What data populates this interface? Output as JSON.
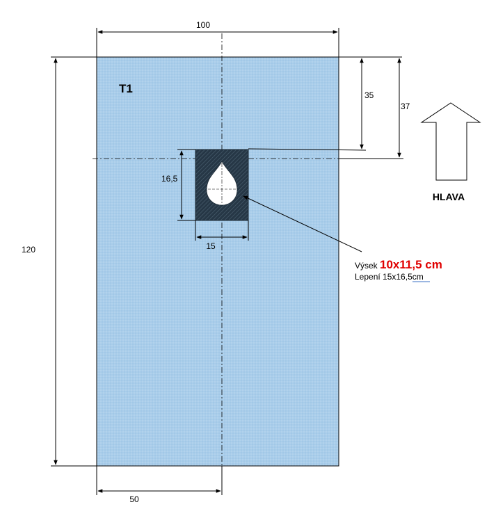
{
  "drape": {
    "label": "T1",
    "width": "100",
    "height": "120",
    "half_width": "50",
    "fill_color": "#a9cdea"
  },
  "dimensions": {
    "top_offset_35": "35",
    "top_offset_37": "37",
    "adhesive_height": "16,5",
    "adhesive_width": "15"
  },
  "direction": {
    "label": "HLAVA",
    "icon": "up-arrow-icon"
  },
  "callout": {
    "cutout_prefix": "Výsek ",
    "cutout_size": "10x11,5 cm",
    "adhesive_prefix": "Lepení 15x16,",
    "adhesive_suffix": "5cm",
    "highlight_color": "#e00000"
  },
  "colors": {
    "adhesive": "#263746",
    "hatch": "#4a6070"
  }
}
